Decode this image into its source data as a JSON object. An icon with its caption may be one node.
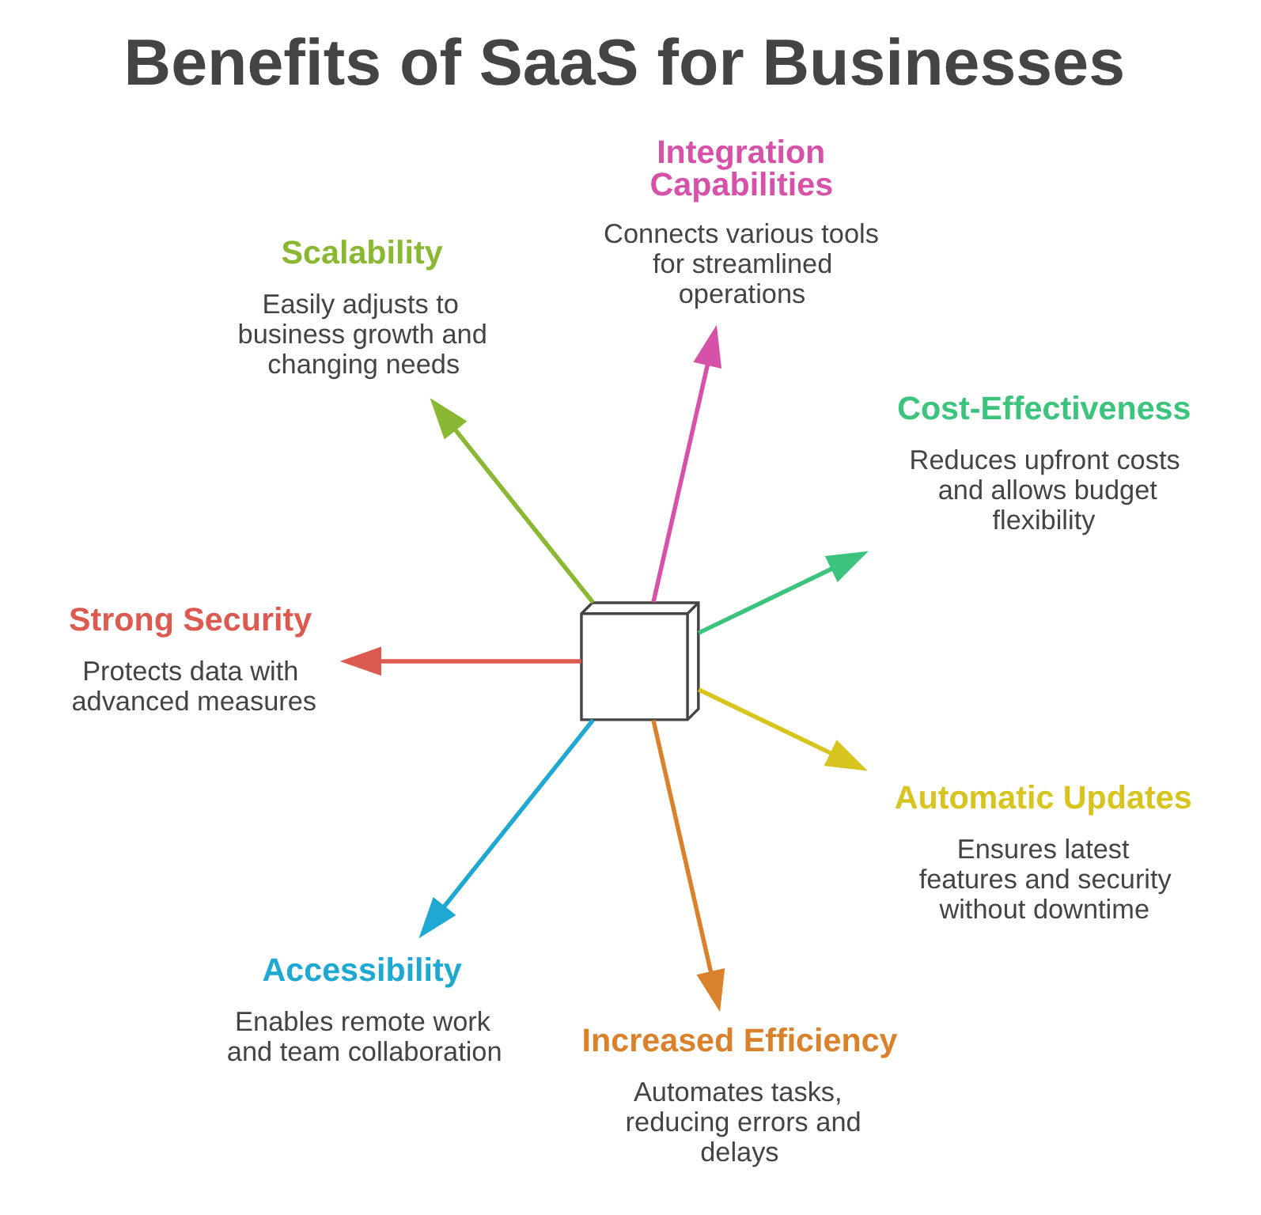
{
  "diagram": {
    "title": "Benefits of SaaS for Businesses",
    "nodes": [
      {
        "text": [
          "Cost-Effectiveness",
          "Reduces upfront costs and allows budget flexibility"
        ]
      },
      {
        "text": [
          "Integration Capabilities",
          "Connects various tools for streamlined operations"
        ]
      },
      {
        "text": [
          "Scalability",
          "Easily adjusts to business growth and changing needs"
        ]
      },
      {
        "text": [],
        "shape": "picture"
      },
      {
        "text": [
          "Strong Security",
          "Protects data with advanced measures"
        ]
      },
      {
        "text": [
          "Accessibility",
          "Enables remote work and team collaboration"
        ]
      },
      {
        "text": [
          "Increased Efficiency",
          "Automates tasks, reducing errors and delays"
        ]
      },
      {
        "text": [
          "Automatic Updates",
          "Ensures latest features and security without downtime"
        ]
      }
    ],
    "edges": [
      {
        "from": 3,
        "to": 0,
        "arrow": "to",
        "color": "#3cc47c"
      },
      {
        "from": 3,
        "to": 2,
        "arrow": "to",
        "color": "#8ab833"
      },
      {
        "from": 3,
        "to": 5,
        "arrow": "to",
        "color": "#1ea8d2"
      },
      {
        "from": 3,
        "to": 7,
        "arrow": "to",
        "color": "#d8c41e"
      },
      {
        "from": 3,
        "to": 6,
        "arrow": "to",
        "color": "#d9822b"
      },
      {
        "from": 3,
        "to": 4,
        "arrow": "to",
        "color": "#dc5a50"
      },
      {
        "from": 3,
        "to": 1,
        "arrow": "to",
        "color": "#d652a8"
      }
    ]
  }
}
